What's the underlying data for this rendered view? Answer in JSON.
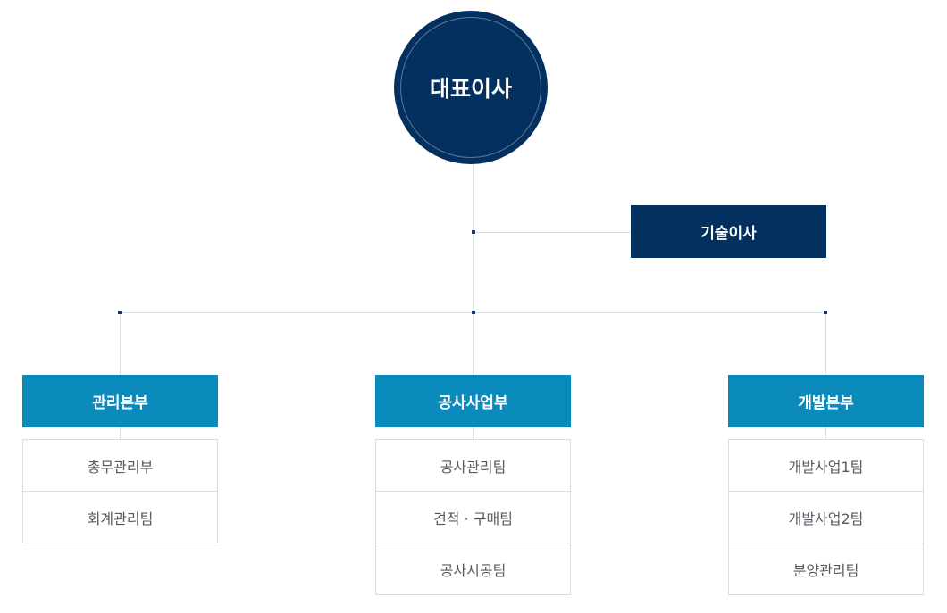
{
  "ceo": {
    "label": "대표이사"
  },
  "cto": {
    "label": "기술이사"
  },
  "divisions": [
    {
      "label": "관리본부",
      "teams": [
        "총무관리부",
        "회계관리팀"
      ]
    },
    {
      "label": "공사사업부",
      "teams": [
        "공사관리팀",
        "견적 · 구매팀",
        "공사시공팀"
      ]
    },
    {
      "label": "개발본부",
      "teams": [
        "개발사업1팀",
        "개발사업2팀",
        "분양관리팀"
      ]
    }
  ],
  "colors": {
    "ceo": "#03305f",
    "division": "#0b8bbb",
    "line": "#d9dde3"
  }
}
